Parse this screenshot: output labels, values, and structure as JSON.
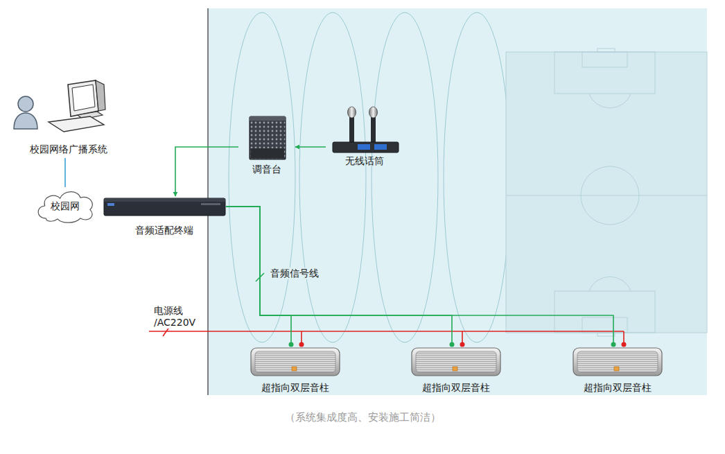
{
  "diagram": {
    "caption": "（系统集成度高、安装施工简洁）",
    "nodes": [
      {
        "text": [
          "校园网络广播系统"
        ]
      },
      {
        "text": [
          "校园网"
        ]
      },
      {
        "text": [
          "音频适配终端"
        ]
      },
      {
        "text": [
          "调音台"
        ]
      },
      {
        "text": [
          "无线话筒"
        ]
      },
      {
        "text": [
          "超指向双层音柱"
        ]
      },
      {
        "text": [
          "超指向双层音柱"
        ]
      },
      {
        "text": [
          "超指向双层音柱"
        ]
      }
    ],
    "edges": [
      {
        "from": 0,
        "to": 1,
        "arrow": "none"
      },
      {
        "from": 4,
        "to": 3,
        "arrow": "to"
      },
      {
        "from": 3,
        "to": 2,
        "arrow": "to"
      },
      {
        "from": 2,
        "to": 5,
        "arrow": "none",
        "label": "音频信号线"
      },
      {
        "from": 2,
        "to": 6,
        "arrow": "none"
      },
      {
        "from": 2,
        "to": 7,
        "arrow": "none"
      }
    ],
    "labels": [
      "电源线 /AC220V"
    ]
  }
}
